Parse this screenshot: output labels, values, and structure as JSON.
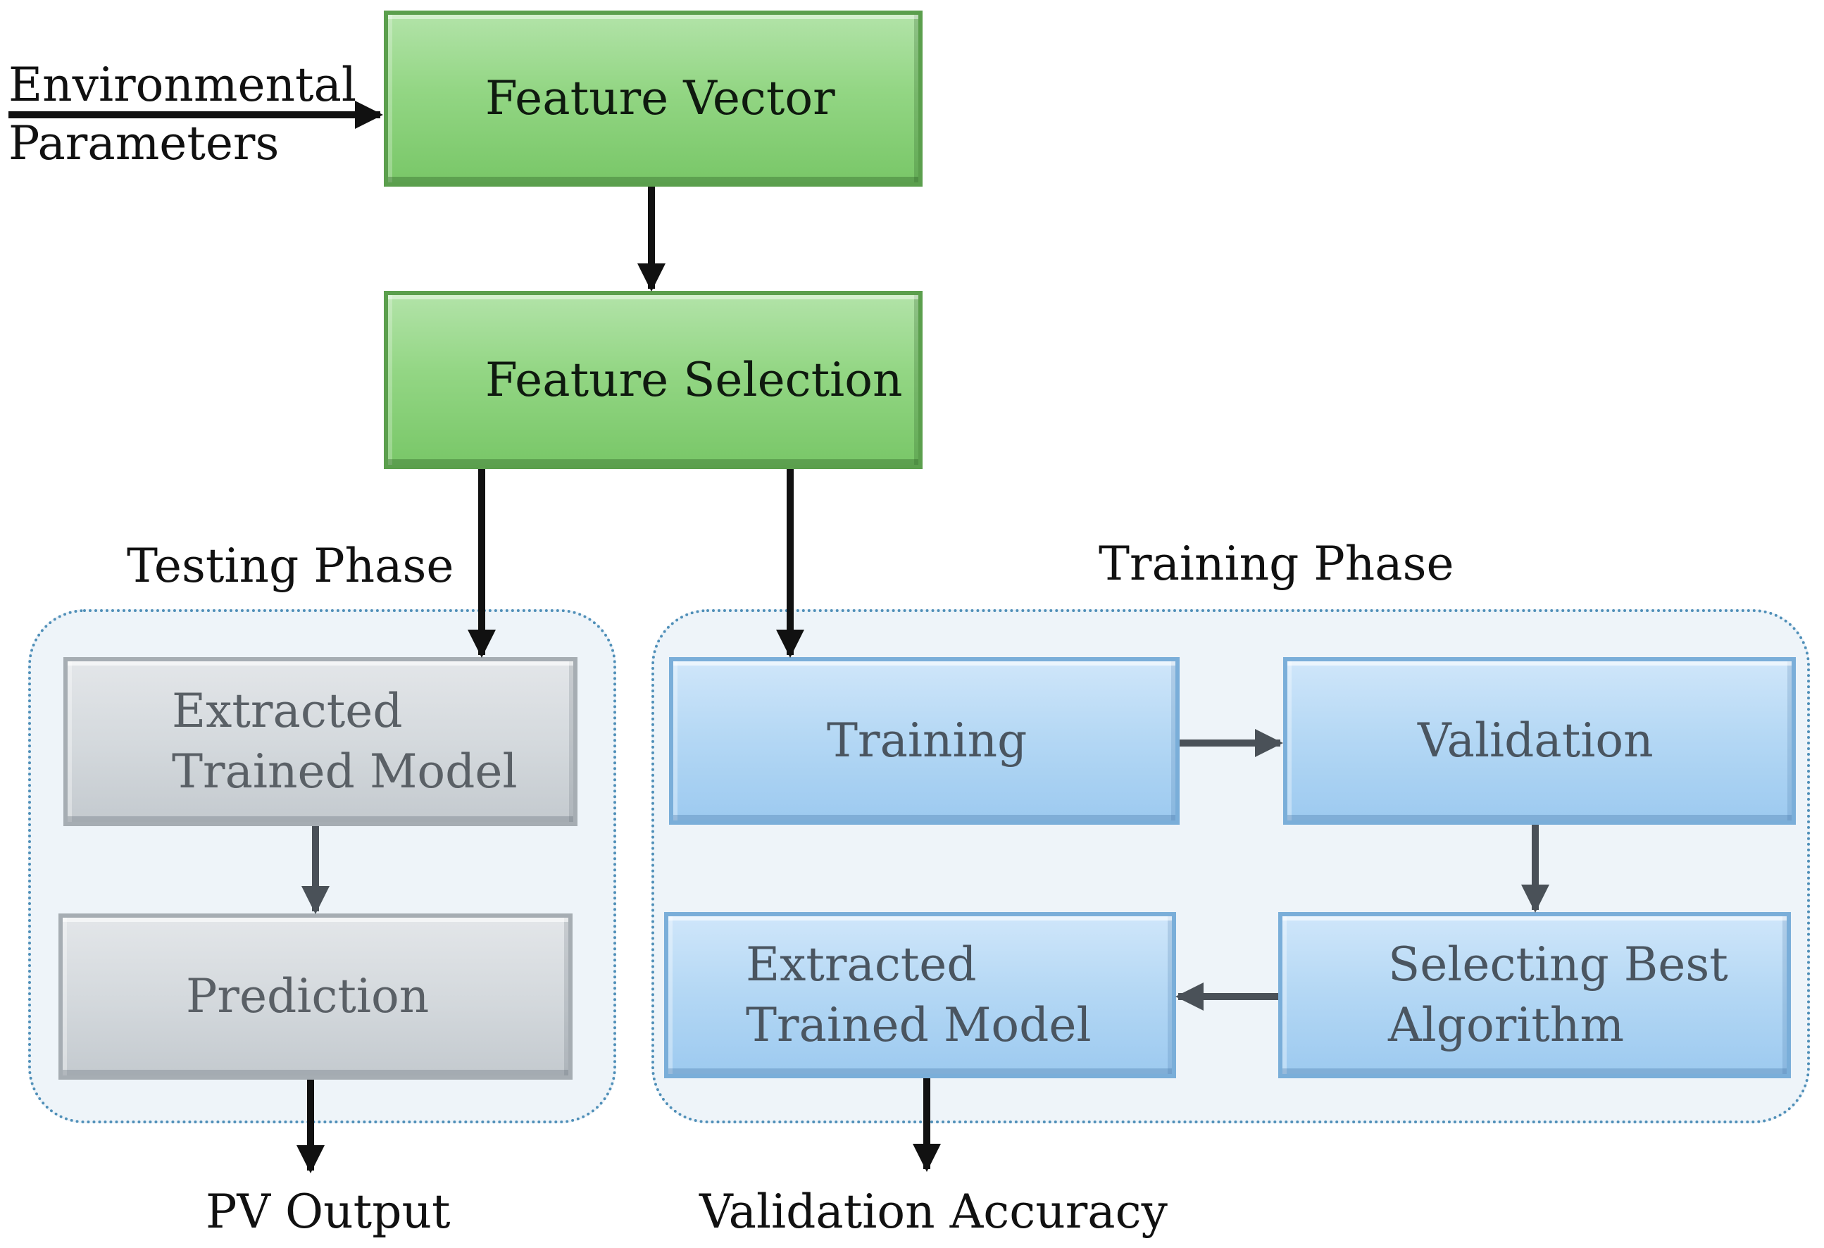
{
  "input": {
    "line1": "Environmental",
    "line2": "Parameters"
  },
  "boxes": {
    "feature_vector": "Feature Vector",
    "feature_selection": "Feature Selection",
    "testing_extracted_line1": "Extracted",
    "testing_extracted_line2": "Trained Model",
    "prediction": "Prediction",
    "training": "Training",
    "validation": "Validation",
    "selecting_line1": "Selecting Best",
    "selecting_line2": "Algorithm",
    "training_extracted_line1": "Extracted",
    "training_extracted_line2": "Trained Model"
  },
  "phases": {
    "testing": "Testing Phase",
    "training": "Training Phase"
  },
  "outputs": {
    "pv_output": "PV Output",
    "validation_accuracy": "Validation Accuracy"
  },
  "colors": {
    "green_box": "#93d684",
    "grey_box": "#d3d8dc",
    "blue_box": "#b3d7f4",
    "group_border": "#4f8fb8",
    "arrow_dark": "#111111",
    "arrow_grey": "#4a5158"
  }
}
